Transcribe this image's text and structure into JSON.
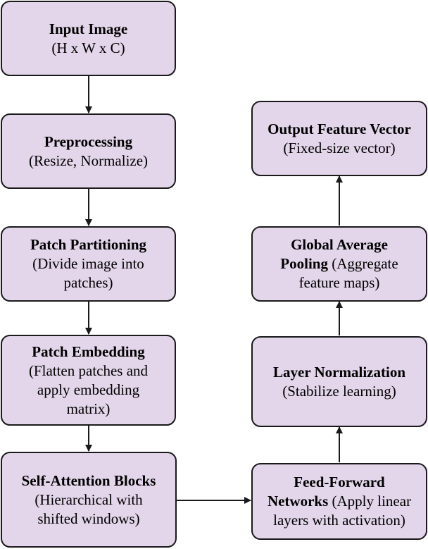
{
  "nodes": {
    "input_image": {
      "title": "Input Image",
      "detail": "(H x W x C)"
    },
    "preprocessing": {
      "title": "Preprocessing",
      "detail": "(Resize, Normalize)"
    },
    "patch_partitioning": {
      "title": "Patch Partitioning",
      "line2": "(Divide image into",
      "line3": "patches)"
    },
    "patch_embedding": {
      "title": "Patch Embedding",
      "line2": "(Flatten patches and",
      "line3": "apply embedding",
      "line4": "matrix)"
    },
    "self_attention": {
      "title": "Self-Attention Blocks",
      "line2": "(Hierarchical with",
      "line3": "shifted windows)"
    },
    "feed_forward": {
      "title": "Feed-Forward",
      "title_cont": "Networks",
      "detail_inline": " (Apply linear",
      "line3": "layers with activation)"
    },
    "layer_norm": {
      "title": "Layer Normalization",
      "detail": "(Stabilize learning)"
    },
    "global_pooling": {
      "title": "Global Average",
      "title_cont": "Pooling",
      "detail_inline": " (Aggregate",
      "line3": "feature maps)"
    },
    "output_vector": {
      "title": "Output Feature Vector",
      "detail": "(Fixed-size vector)"
    }
  },
  "colors": {
    "node_fill": "#e3d6ea",
    "node_border": "#1a1a1a",
    "arrow": "#1a1a1a"
  }
}
